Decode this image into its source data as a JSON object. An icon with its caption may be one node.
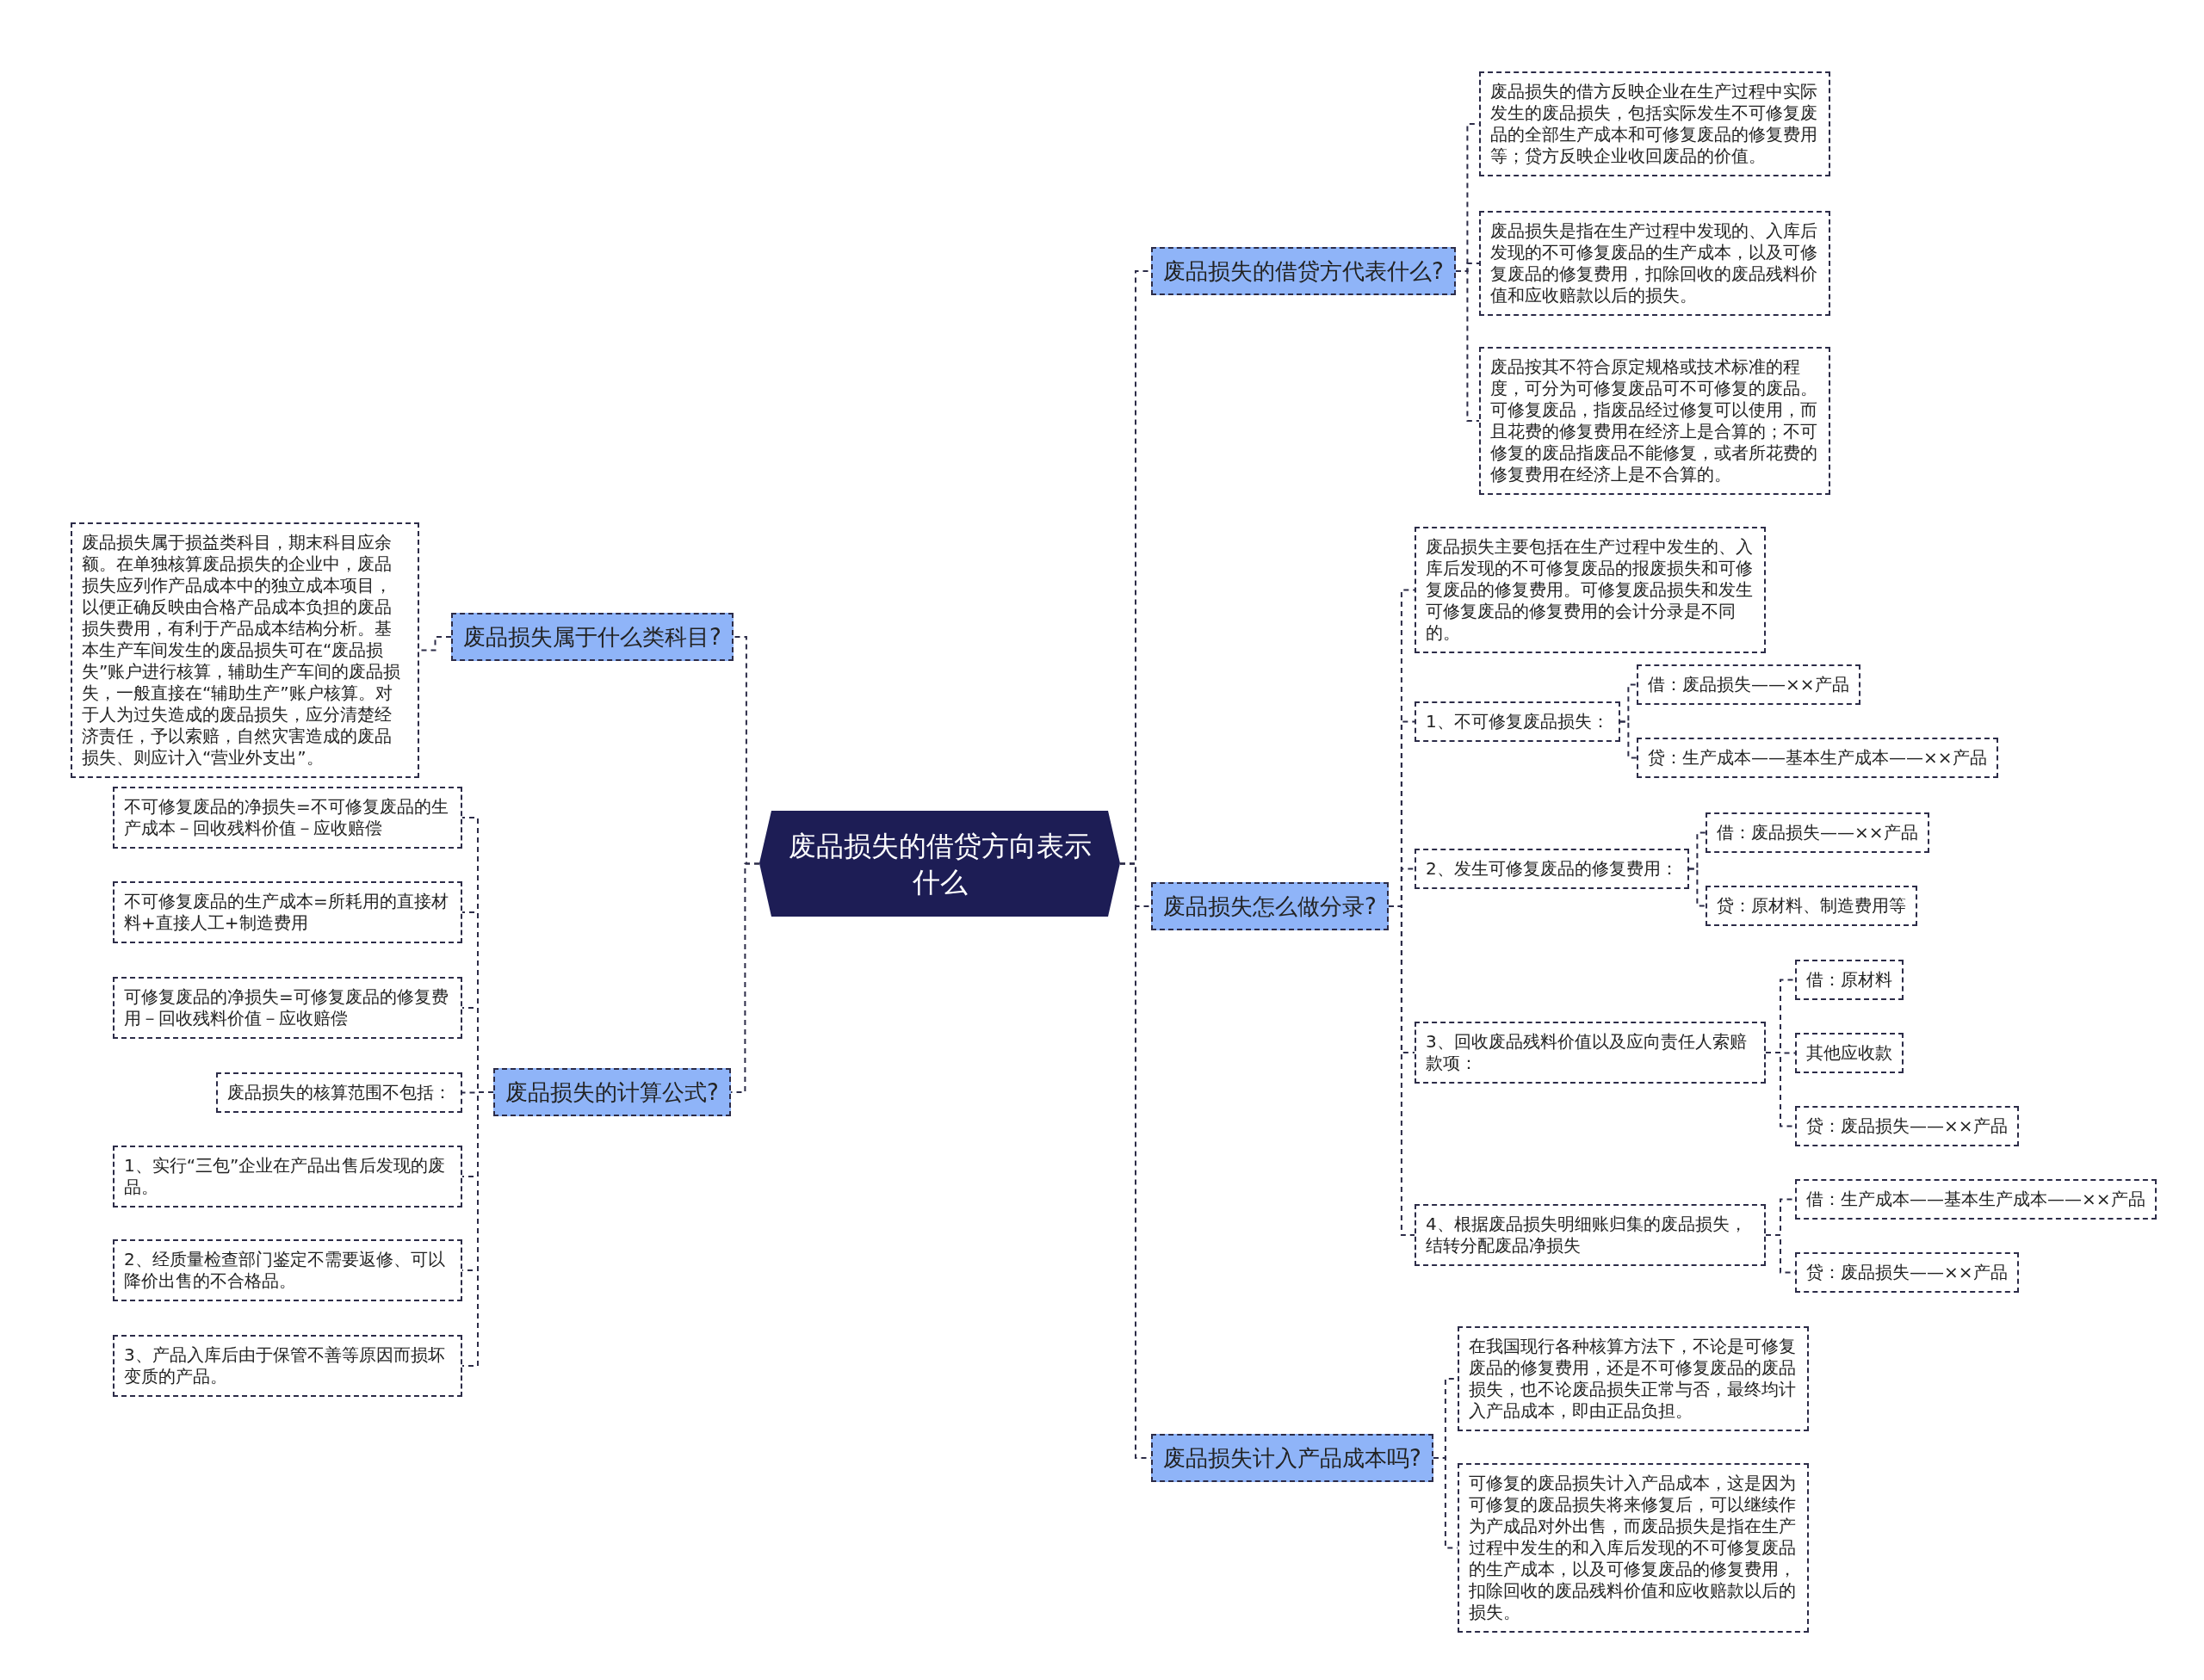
{
  "diagram": {
    "nodes": [
      {
        "text": [
          "废品损失的借贷方向表示什么"
        ]
      },
      {
        "text": [
          "废品损失的借贷方代表什么?"
        ]
      },
      {
        "text": [
          "废品损失的借方反映企业在生产过程中实际发生的废品损失，包括实际发生不可修复废品的全部生产成本和可修复废品的修复费用等；贷方反映企业收回废品的价值。"
        ]
      },
      {
        "text": [
          "废品损失是指在生产过程中发现的、入库后发现的不可修复废品的生产成本，以及可修复废品的修复费用，扣除回收的废品残料价值和应收赔款以后的损失。"
        ]
      },
      {
        "text": [
          "废品按其不符合原定规格或技术标准的程度，可分为可修复废品可不可修复的废品。可修复废品，指废品经过修复可以使用，而且花费的修复费用在经济上是合算的；不可修复的废品指废品不能修复，或者所花费的修复费用在经济上是不合算的。"
        ]
      },
      {
        "text": [
          "废品损失属于什么类科目?"
        ]
      },
      {
        "text": [
          "废品损失属于损益类科目，期末科目应余额。在单独核算废品损失的企业中，废品损失应列作产品成本中的独立成本项目，以便正确反映由合格产品成本负担的废品损失费用，有利于产品成本结构分析。基本生产车间发生的废品损失可在“废品损失”账户进行核算，辅助生产车间的废品损失，一般直接在“辅助生产”账户核算。对于人为过失造成的废品损失，应分清楚经济责任，予以索赔，自然灾害造成的废品损失、则应计入“营业外支出”。"
        ]
      },
      {
        "text": [
          "废品损失怎么做分录?"
        ]
      },
      {
        "text": [
          "废品损失主要包括在生产过程中发生的、入库后发现的不可修复废品的报废损失和可修复废品的修复费用。可修复废品损失和发生可修复废品的修复费用的会计分录是不同的。"
        ]
      },
      {
        "text": [
          "1、不可修复废品损失："
        ]
      },
      {
        "text": [
          "借：废品损失——××产品"
        ]
      },
      {
        "text": [
          "贷：生产成本——基本生产成本——××产品"
        ]
      },
      {
        "text": [
          "2、发生可修复废品的修复费用："
        ]
      },
      {
        "text": [
          "借：废品损失——××产品"
        ]
      },
      {
        "text": [
          "贷：原材料、制造费用等"
        ]
      },
      {
        "text": [
          "3、回收废品残料价值以及应向责任人索赔款项："
        ]
      },
      {
        "text": [
          "借：原材料"
        ]
      },
      {
        "text": [
          "其他应收款"
        ]
      },
      {
        "text": [
          "贷：废品损失——××产品"
        ]
      },
      {
        "text": [
          "4、根据废品损失明细账归集的废品损失，结转分配废品净损失"
        ]
      },
      {
        "text": [
          "借：生产成本——基本生产成本——××产品"
        ]
      },
      {
        "text": [
          "贷：废品损失——××产品"
        ]
      },
      {
        "text": [
          "废品损失的计算公式?"
        ]
      },
      {
        "text": [
          "不可修复废品的净损失=不可修复废品的生产成本－回收残料价值－应收赔偿"
        ]
      },
      {
        "text": [
          "不可修复废品的生产成本=所耗用的直接材料+直接人工+制造费用"
        ]
      },
      {
        "text": [
          "可修复废品的净损失=可修复废品的修复费用－回收残料价值－应收赔偿"
        ]
      },
      {
        "text": [
          "废品损失的核算范围不包括："
        ]
      },
      {
        "text": [
          "1、实行“三包”企业在产品出售后发现的废品。"
        ]
      },
      {
        "text": [
          "2、经质量检查部门鉴定不需要返修、可以降价出售的不合格品。"
        ]
      },
      {
        "text": [
          "3、产品入库后由于保管不善等原因而损坏变质的产品。"
        ]
      },
      {
        "text": [
          "废品损失计入产品成本吗?"
        ]
      },
      {
        "text": [
          "在我国现行各种核算方法下，不论是可修复废品的修复费用，还是不可修复废品的废品损失，也不论废品损失正常与否，最终均计入产品成本，即由正品负担。"
        ]
      },
      {
        "text": [
          "可修复的废品损失计入产品成本，这是因为可修复的废品损失将来修复后，可以继续作为产成品对外出售，而废品损失是指在生产过程中发生的和入库后发现的不可修复废品的生产成本，以及可修复废品的修复费用，扣除回收的废品残料价值和应收赔款以后的损失。"
        ]
      }
    ],
    "edges": [
      {
        "from": 0,
        "to": 1,
        "arrow": "none"
      },
      {
        "from": 1,
        "to": 2,
        "arrow": "none"
      },
      {
        "from": 1,
        "to": 3,
        "arrow": "none"
      },
      {
        "from": 1,
        "to": 4,
        "arrow": "none"
      },
      {
        "from": 0,
        "to": 5,
        "arrow": "none"
      },
      {
        "from": 5,
        "to": 6,
        "arrow": "none"
      },
      {
        "from": 0,
        "to": 7,
        "arrow": "none"
      },
      {
        "from": 7,
        "to": 8,
        "arrow": "none"
      },
      {
        "from": 7,
        "to": 9,
        "arrow": "none"
      },
      {
        "from": 9,
        "to": 10,
        "arrow": "none"
      },
      {
        "from": 9,
        "to": 11,
        "arrow": "none"
      },
      {
        "from": 7,
        "to": 12,
        "arrow": "none"
      },
      {
        "from": 12,
        "to": 13,
        "arrow": "none"
      },
      {
        "from": 12,
        "to": 14,
        "arrow": "none"
      },
      {
        "from": 7,
        "to": 15,
        "arrow": "none"
      },
      {
        "from": 15,
        "to": 16,
        "arrow": "none"
      },
      {
        "from": 15,
        "to": 17,
        "arrow": "none"
      },
      {
        "from": 15,
        "to": 18,
        "arrow": "none"
      },
      {
        "from": 7,
        "to": 19,
        "arrow": "none"
      },
      {
        "from": 19,
        "to": 20,
        "arrow": "none"
      },
      {
        "from": 19,
        "to": 21,
        "arrow": "none"
      },
      {
        "from": 0,
        "to": 22,
        "arrow": "none"
      },
      {
        "from": 22,
        "to": 23,
        "arrow": "none"
      },
      {
        "from": 22,
        "to": 24,
        "arrow": "none"
      },
      {
        "from": 22,
        "to": 25,
        "arrow": "none"
      },
      {
        "from": 22,
        "to": 26,
        "arrow": "none"
      },
      {
        "from": 22,
        "to": 27,
        "arrow": "none"
      },
      {
        "from": 22,
        "to": 28,
        "arrow": "none"
      },
      {
        "from": 22,
        "to": 29,
        "arrow": "none"
      },
      {
        "from": 0,
        "to": 30,
        "arrow": "none"
      },
      {
        "from": 30,
        "to": 31,
        "arrow": "none"
      },
      {
        "from": 30,
        "to": 32,
        "arrow": "none"
      }
    ]
  }
}
